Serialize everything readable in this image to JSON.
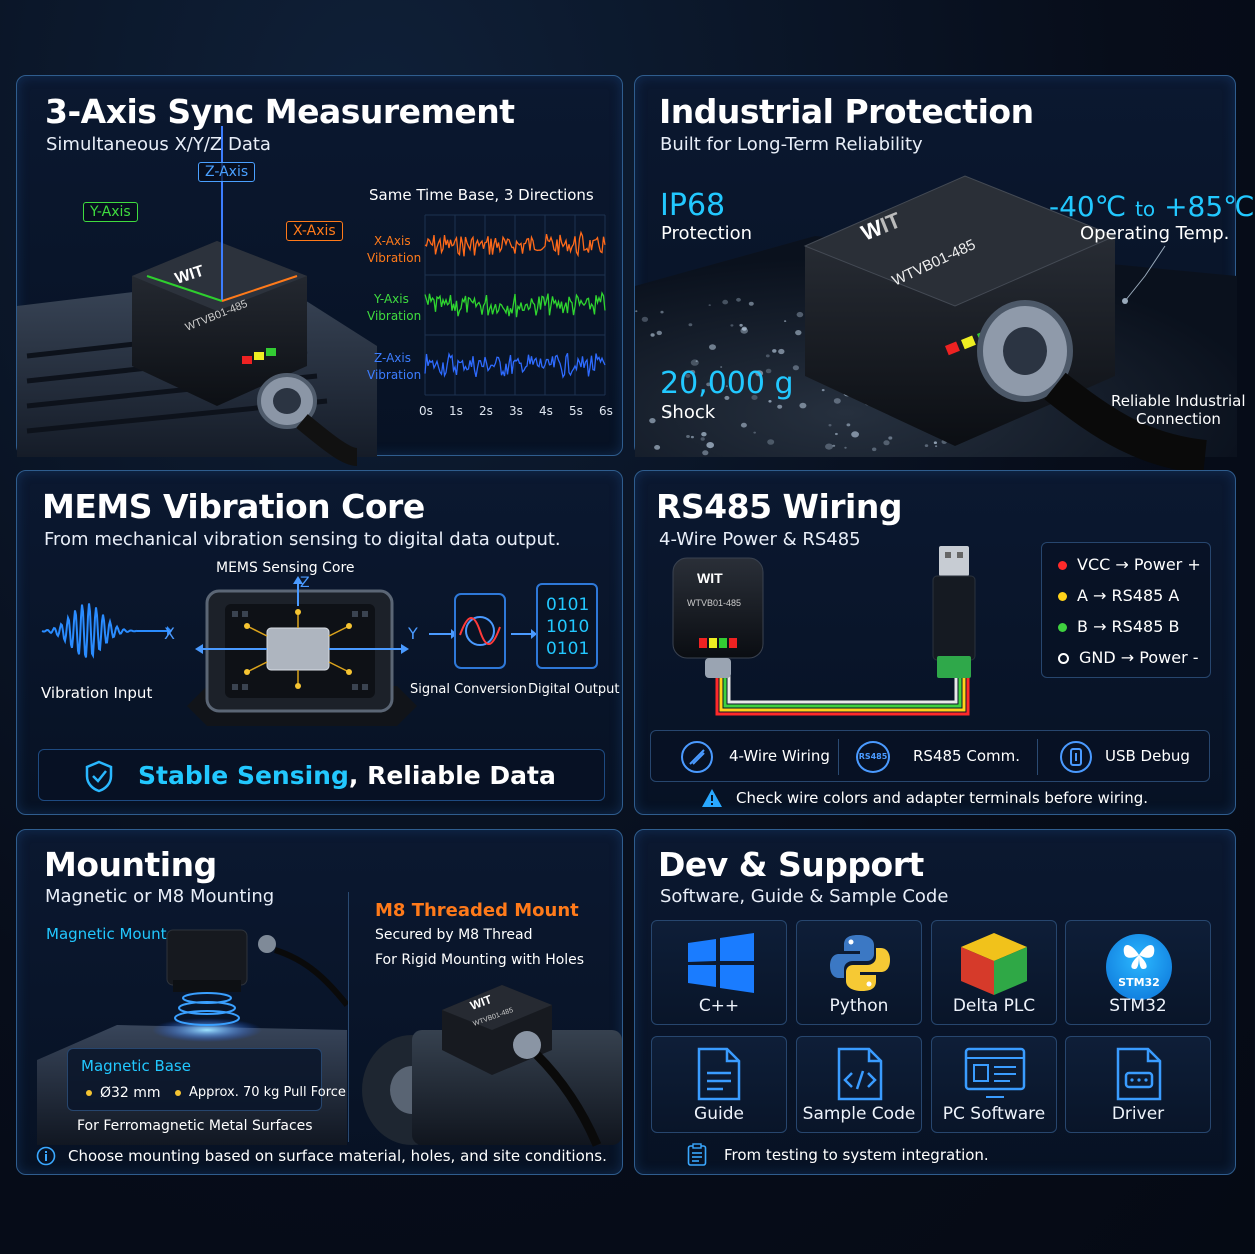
{
  "axis": {
    "title": "3-Axis Sync Measurement",
    "subtitle": "Simultaneous X/Y/Z Data",
    "z_tag": "Z-Axis",
    "y_tag": "Y-Axis",
    "x_tag": "X-Axis",
    "device_brand": "WIT",
    "device_model": "WTVB01-485",
    "chart_title": "Same Time Base, 3 Directions",
    "series": [
      "X-Axis Vibration",
      "Y-Axis Vibration",
      "Z-Axis Vibration"
    ],
    "series_lines": [
      [
        "X-Axis",
        "Vibration"
      ],
      [
        "Y-Axis",
        "Vibration"
      ],
      [
        "Z-Axis",
        "Vibration"
      ]
    ],
    "ticks": [
      "0s",
      "1s",
      "2s",
      "3s",
      "4s",
      "5s",
      "6s"
    ]
  },
  "protection": {
    "title": "Industrial Protection",
    "subtitle": "Built for Long-Term Reliability",
    "ip_value": "IP68",
    "ip_label": "Protection",
    "temp_value_a": "-40℃",
    "temp_to": "to",
    "temp_value_b": "+85℃",
    "temp_label": "Operating Temp.",
    "shock_value": "20,000",
    "shock_unit": "g",
    "shock_label": "Shock",
    "conn_line1": "Reliable Industrial",
    "conn_line2": "Connection",
    "device_model": "WTVB01-485"
  },
  "mems": {
    "title": "MEMS Vibration Core",
    "subtitle": "From mechanical vibration sensing to digital data output.",
    "core_label": "MEMS Sensing Core",
    "z": "Z",
    "x": "X",
    "y": "Y",
    "input_label": "Vibration Input",
    "signal_label": "Signal Conversion",
    "digital_label": "Digital Output",
    "binary": [
      "0101",
      "1010",
      "0101"
    ],
    "banner_a": "Stable Sensing",
    "banner_sep": ",",
    "banner_b": "Reliable Data"
  },
  "rs485": {
    "title": "RS485 Wiring",
    "subtitle": "4-Wire Power & RS485",
    "device_brand": "WIT",
    "device_model": "WTVB01-485",
    "legend": [
      {
        "text": "VCC → Power +",
        "color": "#ff2a2a",
        "hollow": false
      },
      {
        "text": "A → RS485 A",
        "color": "#ffd21a",
        "hollow": false
      },
      {
        "text": "B → RS485 B",
        "color": "#3fd13f",
        "hollow": false
      },
      {
        "text": "GND → Power -",
        "color": "#ffffff",
        "hollow": true
      }
    ],
    "feat1": "4-Wire Wiring",
    "feat2_badge": "RS485",
    "feat2": "RS485 Comm.",
    "feat3": "USB Debug",
    "warning": "Check wire colors and adapter terminals before wiring."
  },
  "mounting": {
    "title": "Mounting",
    "subtitle": "Magnetic or M8 Mounting",
    "magnetic_label": "Magnetic Mount",
    "m8_title": "M8 Threaded Mount",
    "m8_line1": "Secured by M8 Thread",
    "m8_line2": "For Rigid Mounting with Holes",
    "base_title": "Magnetic Base",
    "base_spec1": "Ø32 mm",
    "base_spec2": "Approx. 70 kg Pull Force",
    "surface": "For Ferromagnetic Metal Surfaces",
    "note": "Choose mounting based on surface material, holes, and site conditions.",
    "device_brand": "WIT",
    "device_model": "WTVB01-485"
  },
  "dev": {
    "title": "Dev & Support",
    "subtitle": "Software, Guide & Sample Code",
    "tiles_top": [
      "C++",
      "Python",
      "Delta PLC",
      "STM32"
    ],
    "stm_badge": "STM32",
    "tiles_bottom": [
      "Guide",
      "Sample Code",
      "PC Software",
      "Driver"
    ],
    "note": "From testing to system integration."
  }
}
